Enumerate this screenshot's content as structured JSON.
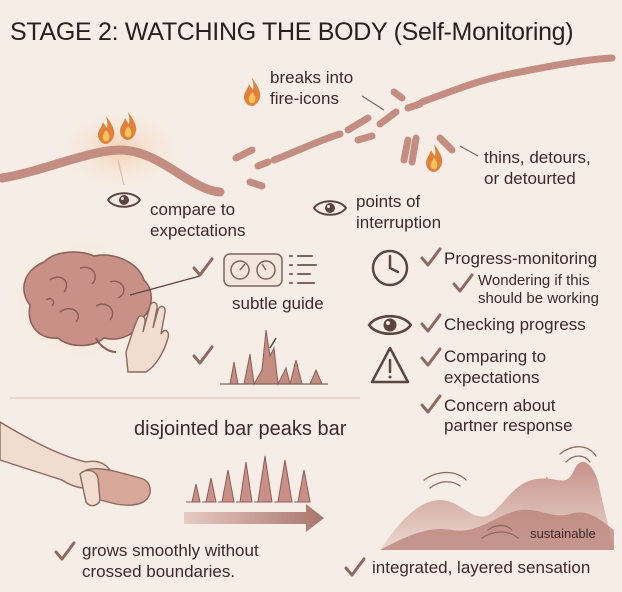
{
  "title": "STAGE 2: WATCHING THE BODY (Self-Monitoring)",
  "labels": {
    "breaks": [
      "breaks into",
      "fire-icons"
    ],
    "thins": [
      "thins,  detours,",
      "or detourted"
    ],
    "compare": [
      "compare to",
      "expectations"
    ],
    "points": [
      "points of",
      "interruption"
    ],
    "subtle_guide": "subtle guide",
    "disjointed": "disjointed bar peaks bar",
    "grows": [
      "grows smoothly without",
      "crossed boundaries."
    ],
    "integrated": "integrated, layered sensation",
    "sustainable": "sustainable"
  },
  "checklist": {
    "progress_monitoring": "Progress-monitoring",
    "wondering": [
      "Wondering if this",
      "should be working"
    ],
    "checking_progress": "Checking progress",
    "comparing": [
      "Comparing to",
      "expectations"
    ],
    "concern": [
      "Concern about",
      "partner response"
    ]
  },
  "icons": [
    "flame-icon",
    "eye-icon",
    "clock-icon",
    "warning-icon",
    "check-icon",
    "brain-icon",
    "hand-icon",
    "gauge-icon"
  ],
  "colors": {
    "accent": "#b88a80",
    "check": "#8c6a62",
    "flame": "#e0803a",
    "ink": "#3a2a28"
  }
}
